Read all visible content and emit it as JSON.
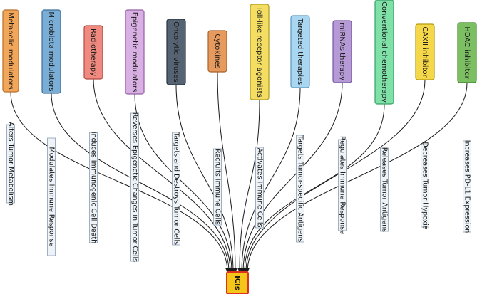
{
  "diagram": {
    "target": {
      "label": "ICIs",
      "fill": "#f5c518",
      "stroke": "#e0301e"
    },
    "sources": [
      {
        "label": "Metabolic modulators",
        "fill": "#f2a65a",
        "stroke": "#b8702a",
        "edge_label": "Alters Tumor Metabolism"
      },
      {
        "label": "Microbiota modulators",
        "fill": "#7aaed6",
        "stroke": "#3f6f99",
        "edge_label": "Modulates Immune Response"
      },
      {
        "label": "Radiotherapy",
        "fill": "#f08a80",
        "stroke": "#b04a40",
        "edge_label": "Induces Immunogenic Cell Death"
      },
      {
        "label": "Epigenetic modulators",
        "fill": "#d9b0e3",
        "stroke": "#9360a3",
        "edge_label": "Reverses Epigenetic Changes in Tumor Cells"
      },
      {
        "label": "Oncolytic viruses",
        "fill": "#566373",
        "stroke": "#2a3440",
        "edge_label": "Targets and Destroys Tumor Cells"
      },
      {
        "label": "Cytokines",
        "fill": "#e79a5e",
        "stroke": "#a8622a",
        "edge_label": "Recruits Immune Cells"
      },
      {
        "label": "Toll-like receptor agonists",
        "fill": "#f3dd63",
        "stroke": "#b09a20",
        "edge_label": "Activates Immune Cells"
      },
      {
        "label": "Targeted therapies",
        "fill": "#a9d6f0",
        "stroke": "#5e98bd",
        "edge_label": "Targets Tumor-specific Antigens"
      },
      {
        "label": "miRNAs therapy",
        "fill": "#b59ad6",
        "stroke": "#7558a0",
        "edge_label": "Regulates Immune Response"
      },
      {
        "label": "Conventional chemotherapy",
        "fill": "#7fe0a8",
        "stroke": "#37a066",
        "edge_label": "Releases Tumor Antigens"
      },
      {
        "label": "CAXII inhibitor",
        "fill": "#f5d84a",
        "stroke": "#b29a10",
        "edge_label": "Decreases Tumor Hypoxia"
      },
      {
        "label": "HDAC inhibitor",
        "fill": "#7cbf62",
        "stroke": "#3f8528",
        "edge_label": "Increases PD-L1 Expression"
      }
    ]
  }
}
